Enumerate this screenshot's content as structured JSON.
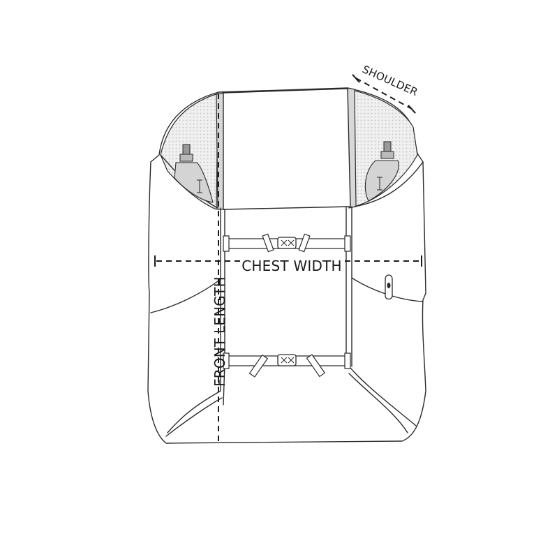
{
  "diagram": {
    "labels": {
      "shoulder": "SHOULDER",
      "chest_width": "CHEST WIDTH",
      "front_length": "FRONT LENGTH"
    },
    "colors": {
      "stroke": "#2a2a2a",
      "mesh": "#e6e6e6",
      "bottle": "#d4d4d4",
      "background": "#ffffff"
    },
    "icons": [
      "vest-outline",
      "soft-flask-left",
      "soft-flask-right",
      "chest-buckle-upper",
      "chest-buckle-lower",
      "whistle-clip"
    ]
  }
}
